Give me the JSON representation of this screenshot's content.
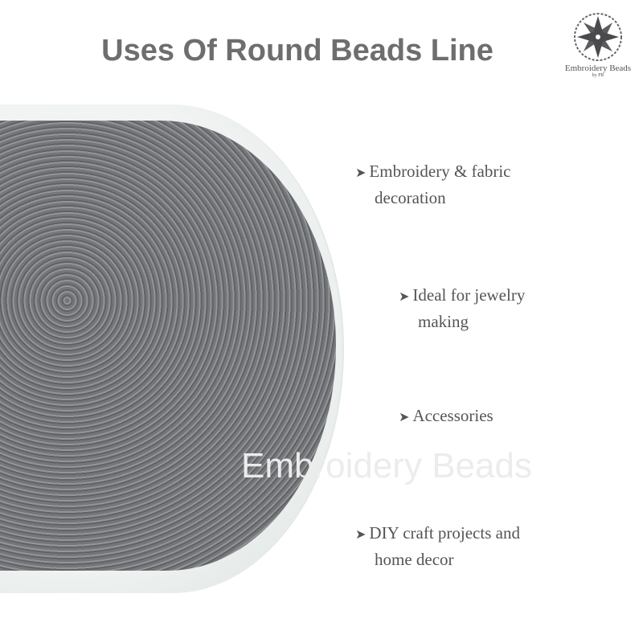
{
  "title": "Uses Of Round Beads Line",
  "logo": {
    "text": "Embroidery Beads",
    "sub": "by PR"
  },
  "watermark": "Embroidery Beads",
  "uses": [
    {
      "line1": "Embroidery & fabric",
      "line2": "decoration"
    },
    {
      "line1": "Ideal for jewelry",
      "line2": "making"
    },
    {
      "line1": "Accessories",
      "line2": ""
    },
    {
      "line1": "DIY craft projects and",
      "line2": "home decor"
    }
  ],
  "icons": {
    "bullet": "arrowhead-icon"
  }
}
